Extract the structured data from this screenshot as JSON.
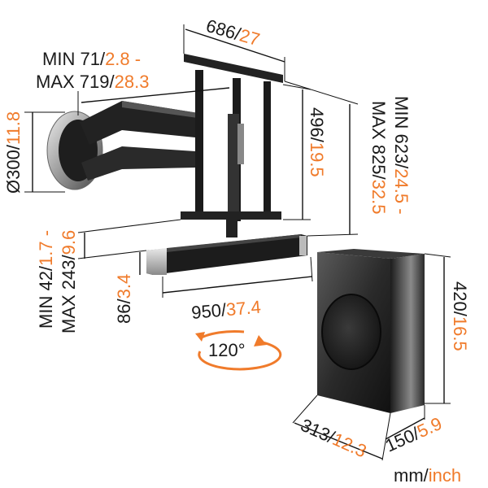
{
  "unit_legend": {
    "primary": "mm",
    "sep": "/",
    "secondary": "inch"
  },
  "colors": {
    "metric": "#1a1a1a",
    "imperial": "#f07b2b",
    "arrow": "#f07b2b"
  },
  "dimensions": {
    "bracket_width": {
      "mm": "686",
      "in": "27"
    },
    "extension_min": {
      "prefix": "MIN ",
      "mm": "71",
      "in": "2.8",
      "suffix": " -"
    },
    "extension_max": {
      "prefix": "MAX ",
      "mm": "719",
      "in": "28.3"
    },
    "wallplate_dia": {
      "prefix": "Ø",
      "mm": "300",
      "in": "11.8"
    },
    "bracket_height": {
      "mm": "496",
      "in": "19.5"
    },
    "overall_min": {
      "prefix": "MIN ",
      "mm": "623",
      "in": "24.5",
      "suffix": " -"
    },
    "overall_max": {
      "prefix": "MAX ",
      "mm": "825",
      "in": "32.5"
    },
    "gap_min": {
      "prefix": "MIN ",
      "mm": "42",
      "in": "1.7",
      "suffix": " -"
    },
    "gap_max": {
      "prefix": "MAX ",
      "mm": "243",
      "in": "9.6"
    },
    "soundbar_height": {
      "mm": "86",
      "in": "3.4"
    },
    "soundbar_width": {
      "mm": "950",
      "in": "37.4"
    },
    "sub_height": {
      "mm": "420",
      "in": "16.5"
    },
    "sub_depth": {
      "mm": "313",
      "in": "12.3"
    },
    "sub_width": {
      "mm": "150",
      "in": "5.9"
    }
  },
  "rotation": {
    "label": "120°",
    "icon": "rotation-arrow-icon"
  }
}
